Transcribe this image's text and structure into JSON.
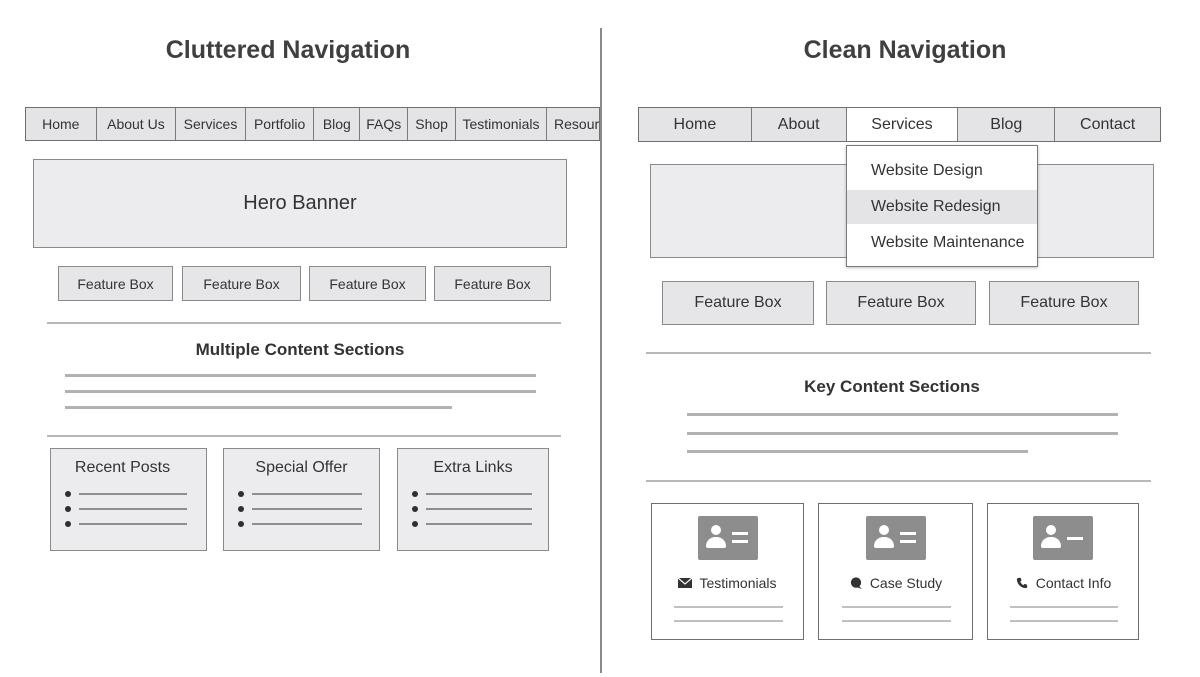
{
  "left": {
    "title": "Cluttered Navigation",
    "nav": [
      "Home",
      "About Us",
      "Services",
      "Portfolio",
      "Blog",
      "FAQs",
      "Shop",
      "Testimonials",
      "Resour"
    ],
    "hero": "Hero Banner",
    "features": [
      "Feature Box",
      "Feature Box",
      "Feature Box",
      "Feature Box"
    ],
    "section_title": "Multiple Content Sections",
    "cards": [
      "Recent Posts",
      "Special Offer",
      "Extra Links"
    ]
  },
  "right": {
    "title": "Clean Navigation",
    "nav": [
      "Home",
      "About",
      "Services",
      "Blog",
      "Contact"
    ],
    "active_nav": "Services",
    "dropdown": [
      "Website Design",
      "Website Redesign",
      "Website Maintenance"
    ],
    "dropdown_highlighted": "Website Redesign",
    "features": [
      "Feature Box",
      "Feature Box",
      "Feature Box"
    ],
    "section_title": "Key Content Sections",
    "cards": [
      {
        "label": "Testimonials",
        "icon": "envelope-icon"
      },
      {
        "label": "Case Study",
        "icon": "chat-bubble-icon"
      },
      {
        "label": "Contact Info",
        "icon": "phone-icon"
      }
    ]
  }
}
